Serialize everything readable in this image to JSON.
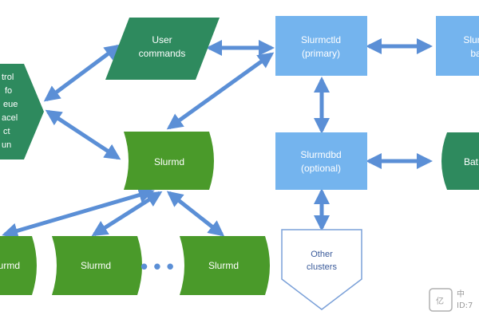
{
  "nodes": {
    "user_commands": {
      "line1": "User",
      "line2": "commands"
    },
    "slurmctld": {
      "line1": "Slurmctld",
      "line2": "(primary)"
    },
    "slurmctld_backup": {
      "line1": "Slurm",
      "line2": "ba"
    },
    "slurmdbd": {
      "line1": "Slurmdbd",
      "line2": "(optional)"
    },
    "database": {
      "line1": "Bat"
    },
    "slurmd_main": {
      "label": "Slurmd"
    },
    "slurmd_row": [
      "Slurmd",
      "Slurmd",
      "Slurmd"
    ],
    "other_clusters": {
      "line1": "Other",
      "line2": "clusters"
    },
    "commands_list": [
      "trol",
      "fo",
      "eue",
      "acel",
      "ct",
      "un"
    ]
  },
  "ellipsis": "• • •",
  "watermark": {
    "glyph": "亿",
    "text1": "中",
    "text2": "ID:7"
  },
  "colors": {
    "dark_green": "#2e8a5e",
    "green": "#4a9a2a",
    "light_blue": "#74b4ee",
    "arrow_blue": "#5b8fd6",
    "outline_blue": "#7aa0d8"
  }
}
